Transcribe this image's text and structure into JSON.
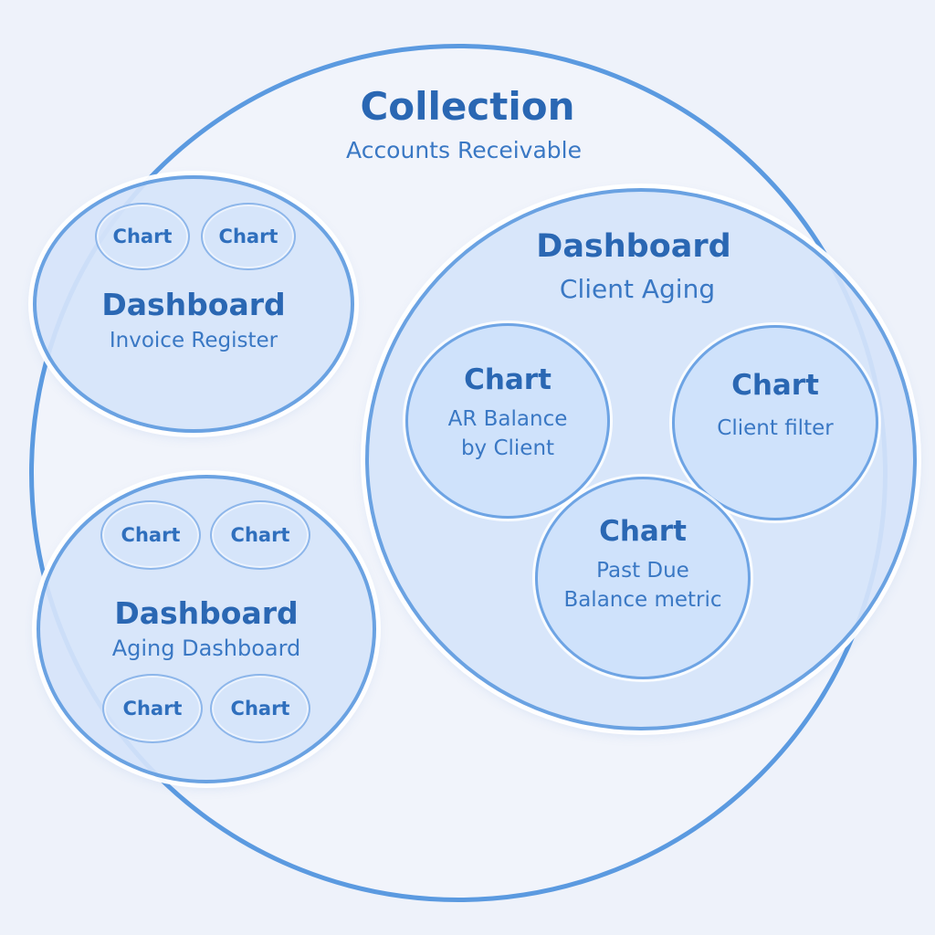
{
  "collection": {
    "title": "Collection",
    "subtitle": "Accounts Receivable"
  },
  "dashboards": {
    "invoice": {
      "title": "Dashboard",
      "subtitle": "Invoice Register",
      "charts": [
        "Chart",
        "Chart"
      ]
    },
    "aging": {
      "title": "Dashboard",
      "subtitle": "Aging Dashboard",
      "charts": [
        "Chart",
        "Chart",
        "Chart",
        "Chart"
      ]
    },
    "client": {
      "title": "Dashboard",
      "subtitle": "Client Aging",
      "charts": [
        {
          "title": "Chart",
          "line1": "AR Balance",
          "line2": "by Client"
        },
        {
          "title": "Chart",
          "line1": "Client filter",
          "line2": ""
        },
        {
          "title": "Chart",
          "line1": "Past Due",
          "line2": "Balance metric"
        }
      ]
    }
  },
  "colors": {
    "accent": "#5b9ae0",
    "text": "#2a67b3",
    "background": "#eef2fa"
  }
}
